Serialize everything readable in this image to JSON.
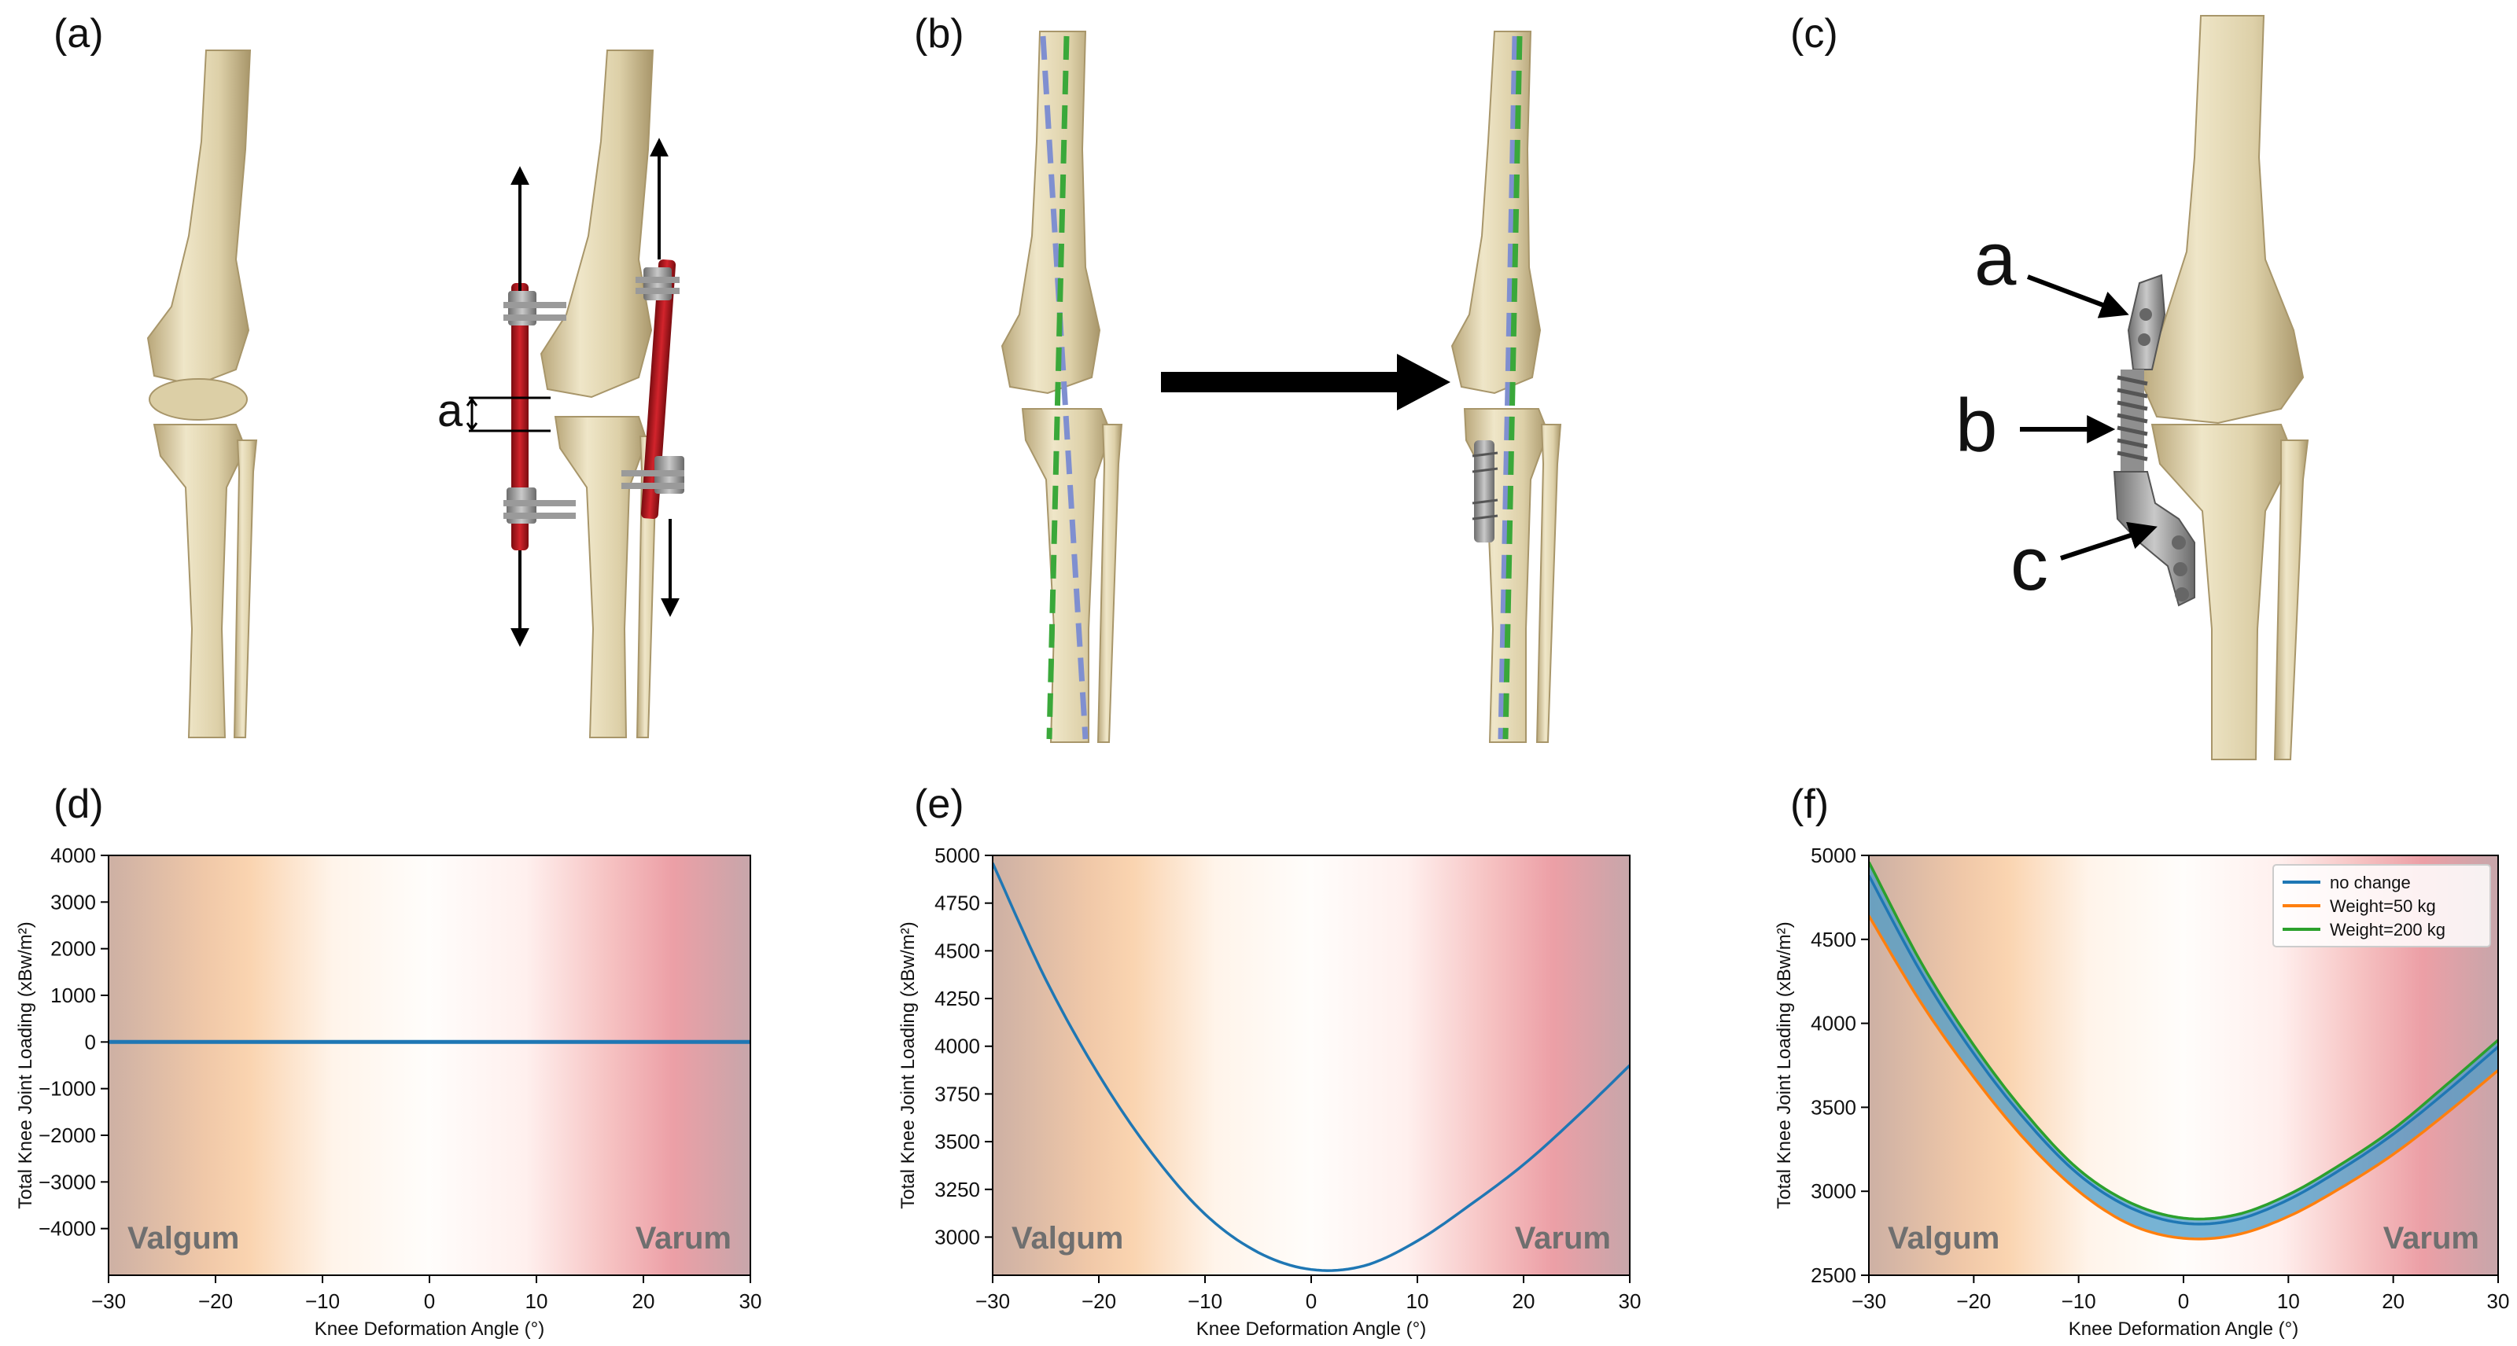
{
  "panels": {
    "a": {
      "label": "(a)",
      "annotation": "a"
    },
    "b": {
      "label": "(b)"
    },
    "c": {
      "label": "(c)",
      "callouts": [
        "a",
        "b",
        "c"
      ]
    },
    "d": {
      "label": "(d)"
    },
    "e": {
      "label": "(e)"
    },
    "f": {
      "label": "(f)"
    }
  },
  "zones": {
    "left": "Valgum",
    "right": "Varum"
  },
  "colors": {
    "bone": "#e2d6b2",
    "bone_dark": "#b9a77a",
    "rod": "#b0141c",
    "clamp": "#8f8f8f",
    "guide_blue": "#7f8fd0",
    "guide_green": "#3aa83a",
    "valgum_band": "#f4b98c",
    "varum_band": "#ea9aa0",
    "edge_band": "#c8a8a4",
    "line_blue": "#1f77b4",
    "line_orange": "#ff7f0e",
    "line_green": "#2ca02c",
    "fill_band": "#4a9bc8"
  },
  "chart_data": [
    {
      "type": "line",
      "panel": "d",
      "xlabel": "Knee Deformation Angle (°)",
      "ylabel": "Total Knee Joint Loading (xBw/m²)",
      "xlim": [
        -30,
        30
      ],
      "ylim": [
        -5000,
        4000
      ],
      "xticks": [
        -30,
        -20,
        -10,
        0,
        10,
        20,
        30
      ],
      "yticks": [
        -4000,
        -3000,
        -2000,
        -1000,
        0,
        1000,
        2000,
        3000,
        4000
      ],
      "series": [
        {
          "x": [
            -30,
            -20,
            -10,
            0,
            10,
            20,
            30
          ],
          "y": [
            0,
            0,
            0,
            0,
            0,
            0,
            0
          ]
        }
      ]
    },
    {
      "type": "line",
      "panel": "e",
      "xlabel": "Knee Deformation Angle (°)",
      "ylabel": "Total Knee Joint Loading (xBw/m²)",
      "xlim": [
        -30,
        30
      ],
      "ylim": [
        2800,
        5000
      ],
      "xticks": [
        -30,
        -20,
        -10,
        0,
        10,
        20,
        30
      ],
      "yticks": [
        3000,
        3250,
        3500,
        3750,
        4000,
        4250,
        4500,
        4750,
        5000
      ],
      "series": [
        {
          "x": [
            -30,
            -25,
            -20,
            -15,
            -10,
            -5,
            0,
            5,
            10,
            15,
            20,
            25,
            30
          ],
          "y": [
            4960,
            4350,
            3850,
            3440,
            3120,
            2920,
            2830,
            2850,
            2980,
            3170,
            3380,
            3630,
            3900
          ]
        }
      ]
    },
    {
      "type": "line",
      "panel": "f",
      "xlabel": "Knee Deformation Angle (°)",
      "ylabel": "Total Knee Joint Loading (xBw/m²)",
      "xlim": [
        -30,
        30
      ],
      "ylim": [
        2500,
        5000
      ],
      "xticks": [
        -30,
        -20,
        -10,
        0,
        10,
        20,
        30
      ],
      "yticks": [
        2500,
        3000,
        3500,
        4000,
        4500,
        5000
      ],
      "legend": "top-right",
      "series": [
        {
          "name": "no change",
          "x": [
            -30,
            -25,
            -20,
            -15,
            -10,
            -5,
            0,
            5,
            10,
            15,
            20,
            25,
            30
          ],
          "y": [
            4880,
            4300,
            3820,
            3420,
            3100,
            2900,
            2810,
            2830,
            2950,
            3130,
            3340,
            3590,
            3860
          ]
        },
        {
          "name": "Weight=50 kg",
          "x": [
            -30,
            -25,
            -20,
            -15,
            -10,
            -5,
            0,
            5,
            10,
            15,
            20,
            25,
            30
          ],
          "y": [
            4640,
            4120,
            3680,
            3300,
            3000,
            2800,
            2720,
            2740,
            2850,
            3020,
            3220,
            3460,
            3720
          ]
        },
        {
          "name": "Weight=200 kg",
          "x": [
            -30,
            -25,
            -20,
            -15,
            -10,
            -5,
            0,
            5,
            10,
            15,
            20,
            25,
            30
          ],
          "y": [
            4960,
            4360,
            3870,
            3460,
            3130,
            2930,
            2840,
            2860,
            2980,
            3160,
            3370,
            3630,
            3900
          ]
        }
      ]
    }
  ]
}
